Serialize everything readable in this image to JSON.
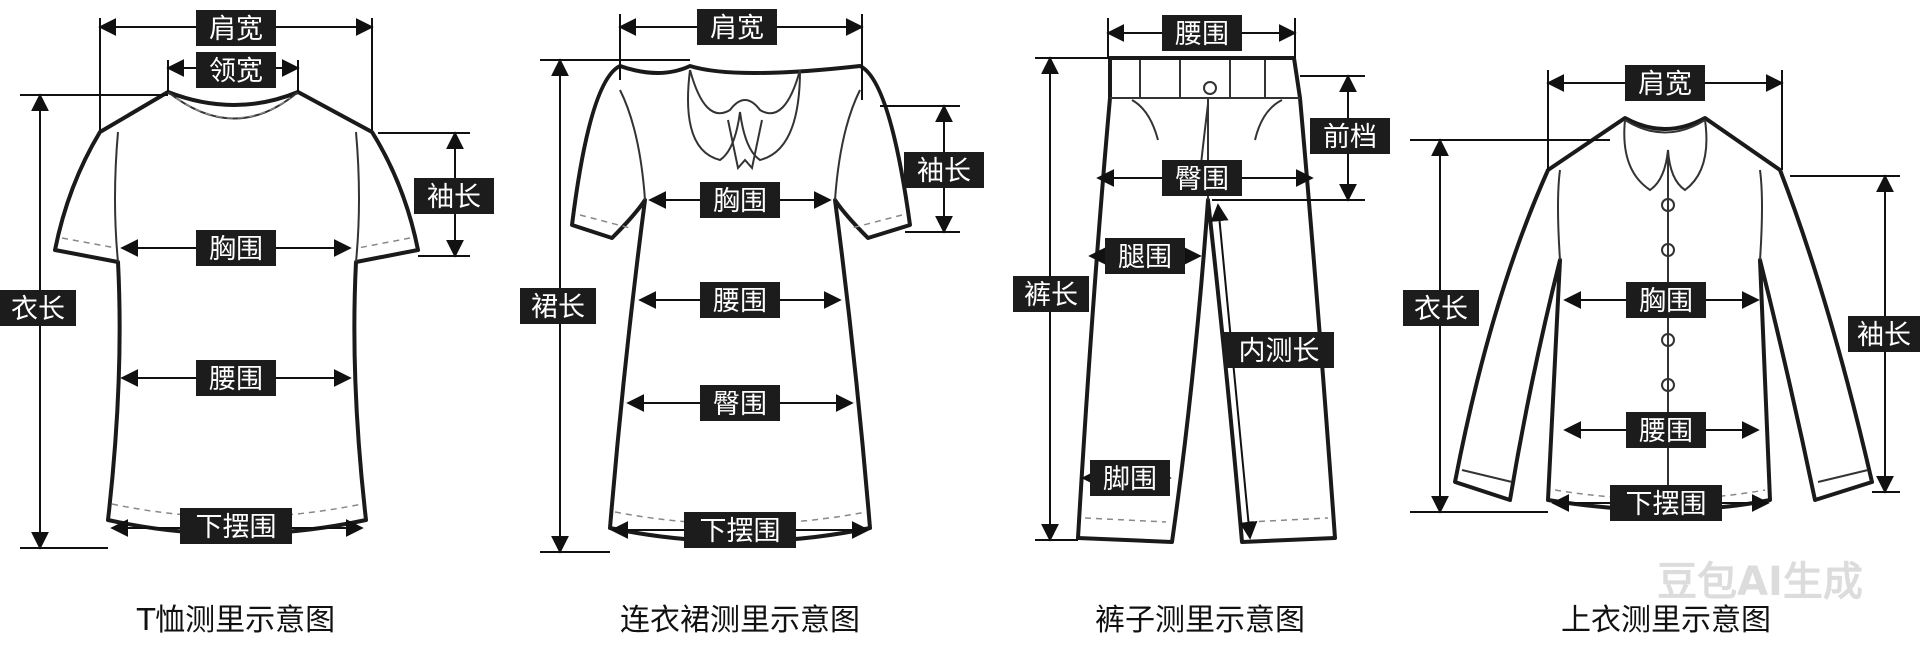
{
  "diagrams": [
    {
      "caption": "T恤测里示意图",
      "labels": {
        "shoulder": "肩宽",
        "collar": "领宽",
        "sleeve": "袖长",
        "length": "衣长",
        "chest": "胸围",
        "waist": "腰围",
        "hem": "下摆围"
      }
    },
    {
      "caption": "连衣裙测里示意图",
      "labels": {
        "shoulder": "肩宽",
        "sleeve": "袖长",
        "length": "裙长",
        "chest": "胸围",
        "waist": "腰围",
        "hip": "臀围",
        "hem": "下摆围"
      }
    },
    {
      "caption": "裤子测里示意图",
      "labels": {
        "waist": "腰围",
        "rise": "前档",
        "hip": "臀围",
        "length": "裤长",
        "thigh": "腿围",
        "inseam": "内测长",
        "leg_opening": "脚围"
      }
    },
    {
      "caption": "上衣测里示意图",
      "labels": {
        "shoulder": "肩宽",
        "length": "衣长",
        "sleeve": "袖长",
        "chest": "胸围",
        "waist": "腰围",
        "hem": "下摆围"
      }
    }
  ],
  "watermark": "豆包AI生成",
  "colors": {
    "outline": "#1a1a1a",
    "label_bg": "#1c1c1c",
    "label_text": "#ffffff",
    "background": "#ffffff"
  }
}
